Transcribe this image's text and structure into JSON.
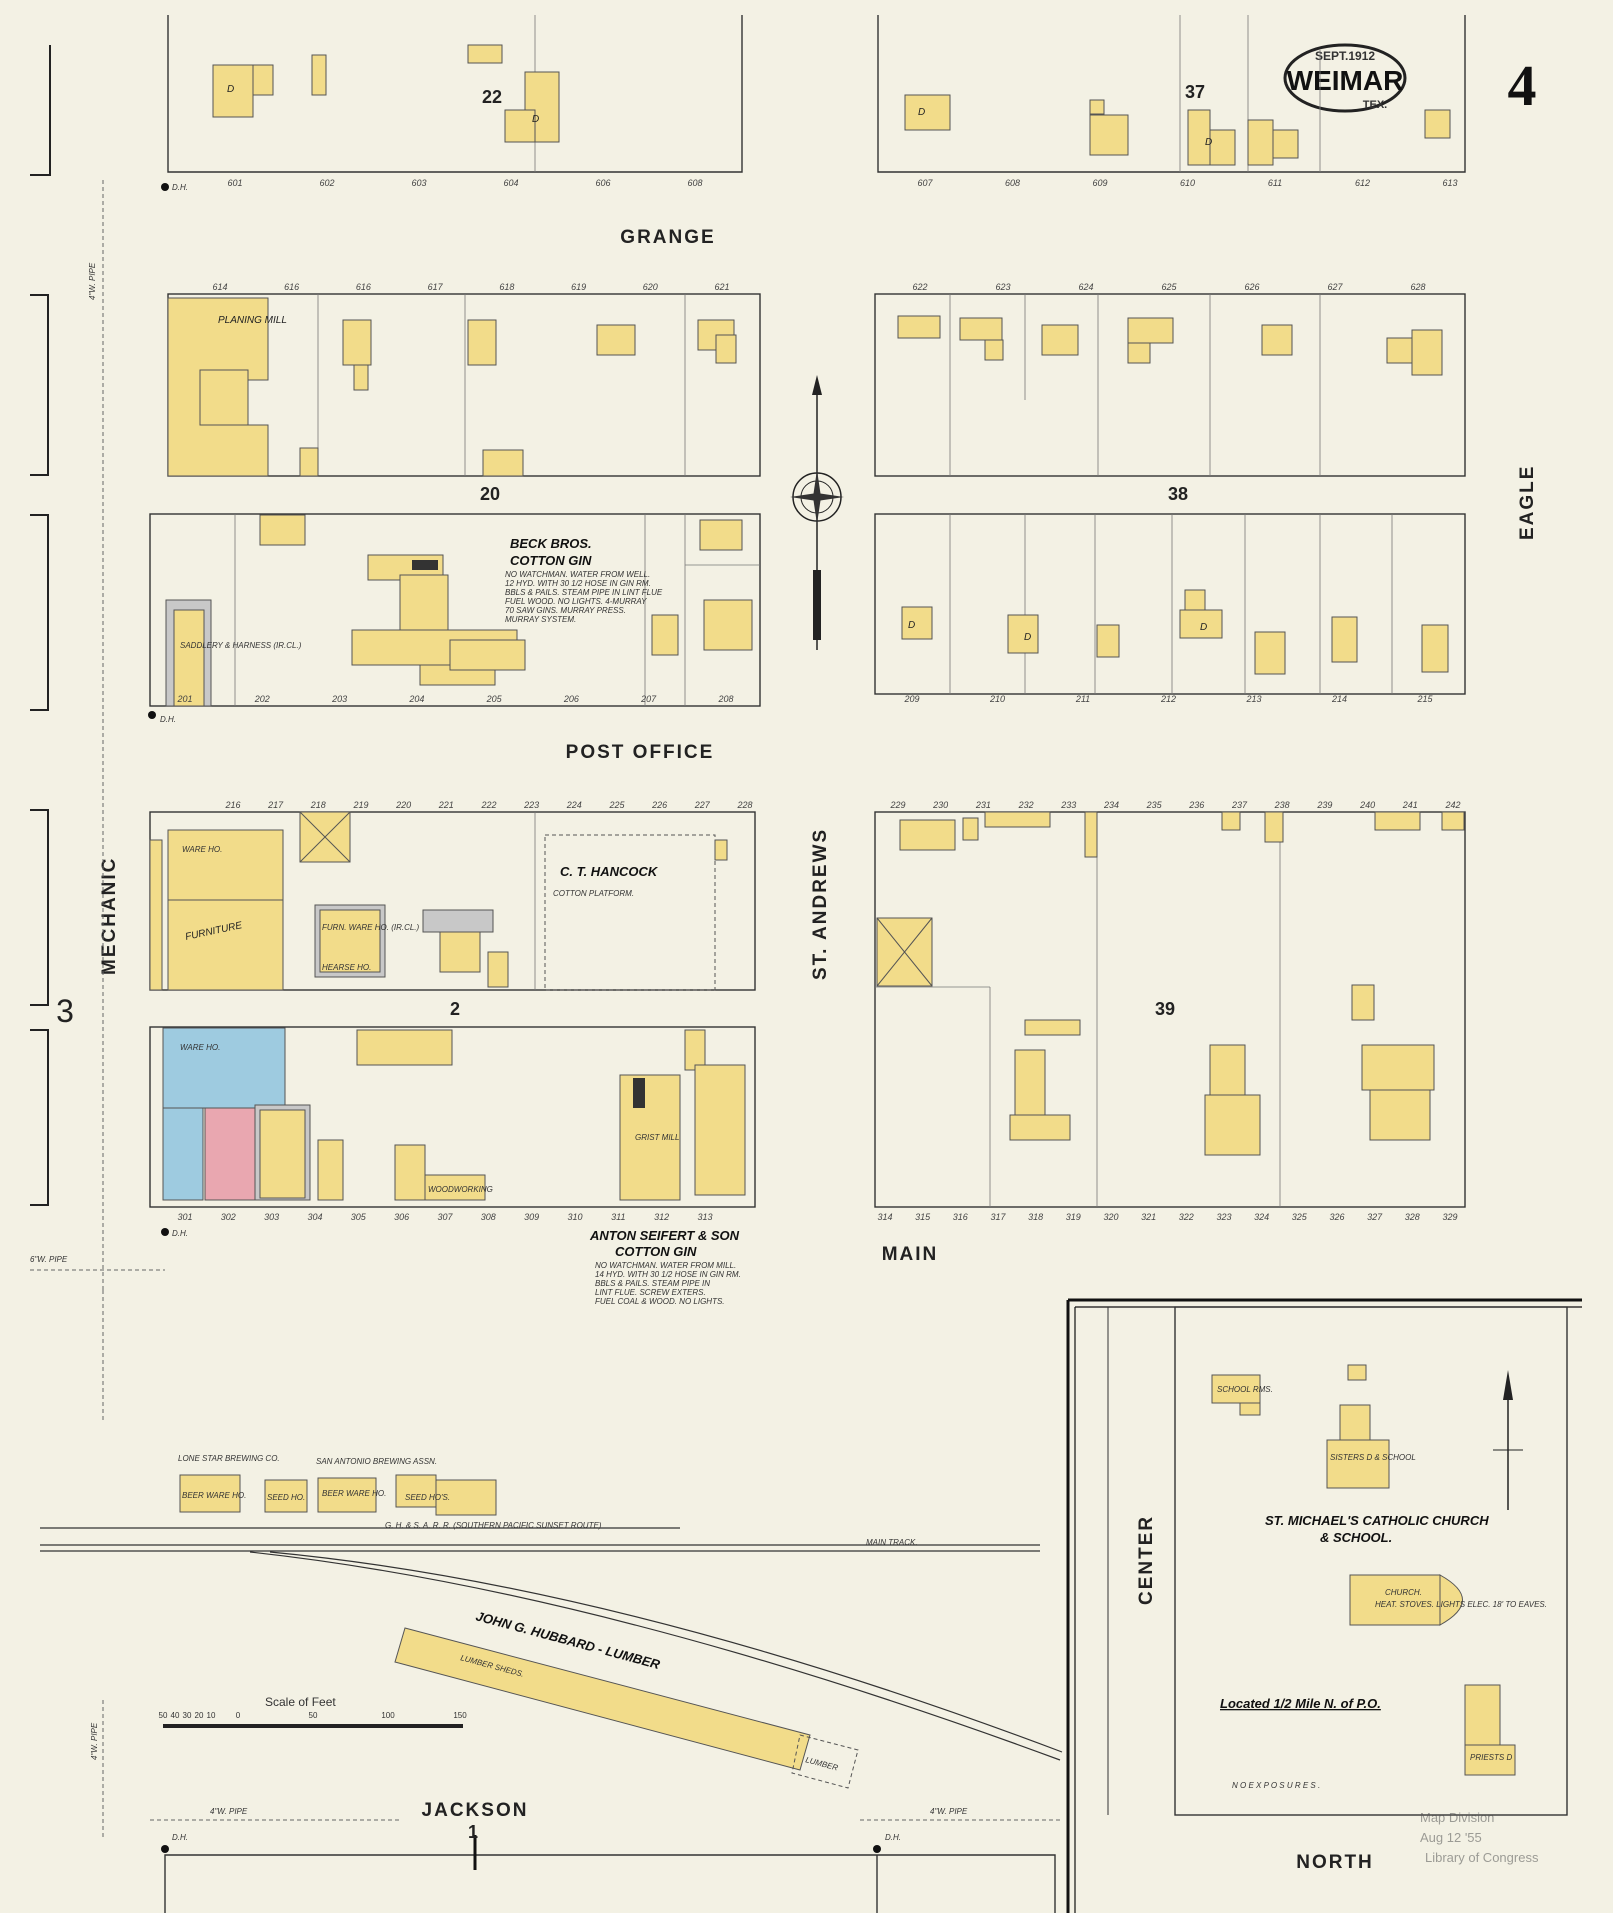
{
  "title_cartouche": {
    "date": "SEPT.1912",
    "town": "WEIMAR",
    "state": "TEX."
  },
  "sheet_number": "4",
  "streets": {
    "grange": "GRANGE",
    "post_office": "POST  OFFICE",
    "main": "MAIN",
    "jackson": "JACKSON",
    "north": "NORTH",
    "mechanic": "MECHANIC",
    "st_andrews": "ST. ANDREWS",
    "eagle": "EAGLE",
    "center": "CENTER"
  },
  "blocks": {
    "b22": "22",
    "b37": "37",
    "b20": "20",
    "b38": "38",
    "b2": "2",
    "b39": "39",
    "b1": "1",
    "side3": "3"
  },
  "addresses": {
    "row1_left": [
      "601",
      "602",
      "603",
      "604",
      "606",
      "608"
    ],
    "row1_right": [
      "607",
      "608",
      "609",
      "610",
      "611",
      "612",
      "613"
    ],
    "row2_left": [
      "614",
      "616",
      "616",
      "617",
      "618",
      "619",
      "620",
      "621"
    ],
    "row2_right": [
      "622",
      "623",
      "624",
      "625",
      "626",
      "627",
      "628"
    ],
    "row3_left": [
      "201",
      "202",
      "203",
      "204",
      "205",
      "206",
      "207",
      "208"
    ],
    "row3_right": [
      "209",
      "210",
      "211",
      "212",
      "213",
      "214",
      "215"
    ],
    "row4_left": [
      "216",
      "217",
      "218",
      "219",
      "220",
      "221",
      "222",
      "223",
      "224",
      "225",
      "226",
      "227",
      "228"
    ],
    "row4_right": [
      "229",
      "230",
      "231",
      "232",
      "233",
      "234",
      "235",
      "236",
      "237",
      "238",
      "239",
      "240",
      "241",
      "242"
    ],
    "row5_left": [
      "301",
      "302",
      "303",
      "304",
      "305",
      "306",
      "307",
      "308",
      "309",
      "310",
      "311",
      "312",
      "313"
    ],
    "row5_right": [
      "314",
      "315",
      "316",
      "317",
      "318",
      "319",
      "320",
      "321",
      "322",
      "323",
      "324",
      "325",
      "326",
      "327",
      "328",
      "329"
    ]
  },
  "labels": {
    "planing_mill": "PLANING MILL",
    "beck_bros": "BECK BROS.",
    "cotton_gin": "COTTON GIN",
    "beck_note_1": "NO WATCHMAN. WATER FROM WELL.",
    "beck_note_2": "12 HYD. WITH 30 1/2 HOSE IN GIN RM.",
    "beck_note_3": "BBLS & PAILS. STEAM PIPE IN LINT FLUE",
    "beck_note_4": "FUEL WOOD. NO LIGHTS. 4-MURRAY",
    "beck_note_5": "70 SAW GINS. MURRAY PRESS.",
    "beck_note_6": "MURRAY SYSTEM.",
    "saddlery": "SADDLERY & HARNESS (IR.CL.)",
    "hancock": "C. T. HANCOCK",
    "cotton_platform": "COTTON PLATFORM.",
    "ware_ho": "WARE HO.",
    "furniture": "FURNITURE",
    "furn_ware_ho": "FURN. WARE HO. (IR.CL.)",
    "hearse_ho": "HEARSE HO.",
    "seifert": "ANTON SEIFERT & SON",
    "seifert_gin": "COTTON GIN",
    "seifert_note_1": "NO WATCHMAN. WATER FROM MILL.",
    "seifert_note_2": "14 HYD. WITH 30 1/2 HOSE IN GIN RM.",
    "seifert_note_3": "BBLS & PAILS. STEAM PIPE IN",
    "seifert_note_4": "LINT FLUE. SCREW EXTERS.",
    "seifert_note_5": "FUEL COAL & WOOD. NO LIGHTS.",
    "woodworking": "WOODWORKING",
    "grist_mill": "GRIST MILL",
    "lone_star": "LONE STAR BREWING CO.",
    "san_antonio": "SAN ANTONIO BREWING ASSN.",
    "beer_ware_ho": "BEER WARE HO.",
    "seed_ho": "SEED HO.",
    "seed_hos": "SEED HO'S.",
    "railroad": "G. H. & S. A. R. R. (SOUTHERN PACIFIC SUNSET ROUTE)",
    "main_track": "MAIN TRACK.",
    "hubbard": "JOHN G. HUBBARD - LUMBER",
    "lumber_sheds": "LUMBER SHEDS.",
    "lumber": "LUMBER",
    "school_rms": "SCHOOL RMS.",
    "sisters": "SISTERS D & SCHOOL",
    "st_michaels": "ST. MICHAEL'S CATHOLIC CHURCH",
    "and_school": "& SCHOOL.",
    "church": "CHURCH.",
    "church_note": "HEAT. STOVES. LIGHTS ELEC. 18' TO EAVES.",
    "priests": "PRIESTS D",
    "located": "Located 1/2 Mile N. of P.O.",
    "no_exposures": "N O   E X P O S U R E S .",
    "scale_of_feet": "Scale of Feet",
    "pipe_4_a": "4\"W. PIPE",
    "pipe_4_b": "4\"W. PIPE",
    "pipe_4_c": "4\"W. PIPE",
    "pipe_4_d": "4\"W. PIPE",
    "pipe_6": "6\"W. PIPE",
    "dh": "D.H.",
    "d": "D",
    "stamp_1": "Map Division",
    "stamp_2": "Aug 12 '55",
    "stamp_3": "Library of Congress"
  },
  "scale_ticks": [
    "50",
    "40",
    "30",
    "20",
    "10",
    "0",
    "50",
    "100",
    "150"
  ],
  "colors": {
    "paper": "#f3f1e4",
    "frame": "#f2dc8a",
    "brick": "#e9a7b0",
    "stone": "#9ecbe0",
    "special": "#c8c8c8"
  }
}
